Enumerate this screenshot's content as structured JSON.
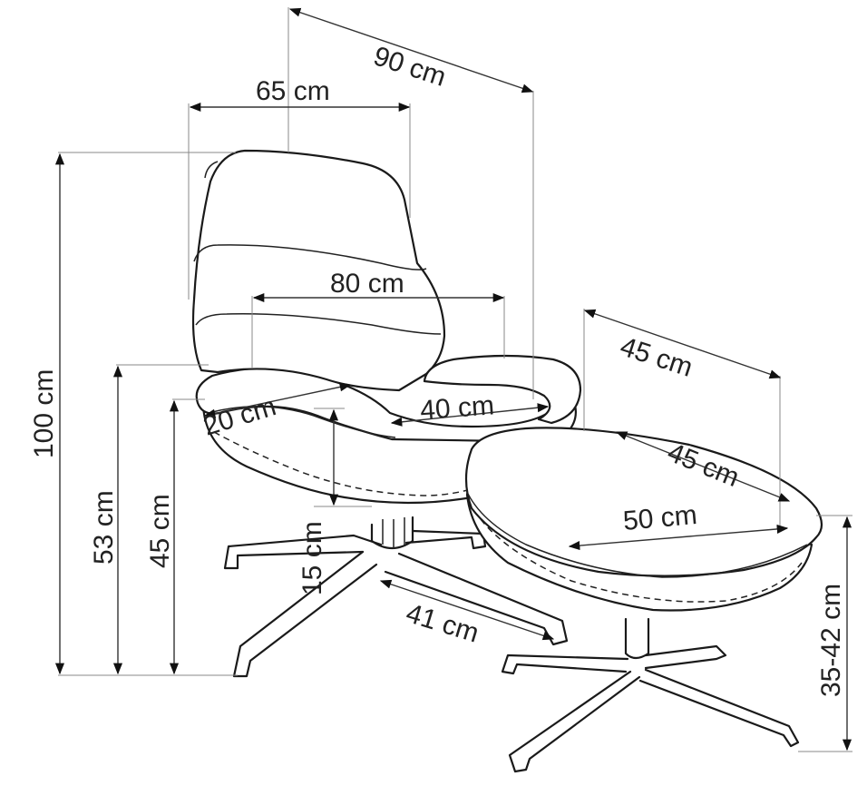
{
  "dimensions": {
    "depth_total": "90 cm",
    "width_chair": "65 cm",
    "width_armrests": "80 cm",
    "height_total": "100 cm",
    "armrest_height": "53 cm",
    "seat_height": "45 cm",
    "armrest_width": "20 cm",
    "seat_width": "40 cm",
    "seat_cushion_height": "15 cm",
    "base_leg": "41 cm",
    "ottoman_depth_outer": "45 cm",
    "ottoman_depth_top": "45 cm",
    "ottoman_width_top": "50 cm",
    "ottoman_height": "35-42 cm"
  }
}
